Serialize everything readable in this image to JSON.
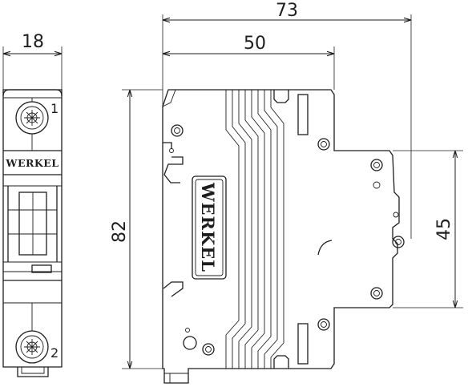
{
  "dimensions": {
    "front_width": "18",
    "overall_depth": "73",
    "body_depth": "50",
    "height": "82",
    "cover_height": "45"
  },
  "brand": "WERKEL",
  "terminals": {
    "top": "1",
    "bottom": "2"
  },
  "icons": [
    "screw-terminal-icon",
    "rivet-icon",
    "din-clip-icon"
  ]
}
